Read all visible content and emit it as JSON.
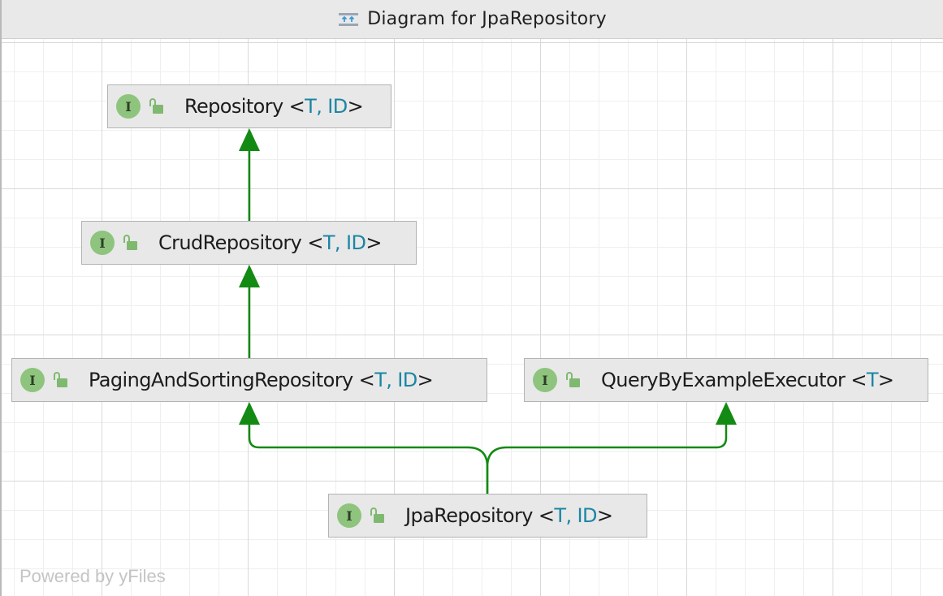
{
  "window": {
    "title": "Diagram for JpaRepository",
    "title_icon": "diagram-icon"
  },
  "nodes": [
    {
      "id": "repository",
      "kind_badge": "I",
      "visibility_icon": "public-lock-icon",
      "name": "Repository",
      "type_params_open": "<",
      "type_params": "T, ID",
      "type_params_close": ">"
    },
    {
      "id": "crud-repository",
      "kind_badge": "I",
      "visibility_icon": "public-lock-icon",
      "name": "CrudRepository",
      "type_params_open": "<",
      "type_params": "T, ID",
      "type_params_close": ">"
    },
    {
      "id": "paging-and-sorting-repository",
      "kind_badge": "I",
      "visibility_icon": "public-lock-icon",
      "name": "PagingAndSortingRepository",
      "type_params_open": "<",
      "type_params": "T, ID",
      "type_params_close": ">"
    },
    {
      "id": "query-by-example-executor",
      "kind_badge": "I",
      "visibility_icon": "public-lock-icon",
      "name": "QueryByExampleExecutor",
      "type_params_open": "<",
      "type_params": "T",
      "type_params_close": ">"
    },
    {
      "id": "jpa-repository",
      "kind_badge": "I",
      "visibility_icon": "public-lock-icon",
      "name": "JpaRepository",
      "type_params_open": "<",
      "type_params": "T, ID",
      "type_params_close": ">"
    }
  ],
  "edges": [
    {
      "from": "crud-repository",
      "to": "repository",
      "kind": "extends"
    },
    {
      "from": "paging-and-sorting-repository",
      "to": "crud-repository",
      "kind": "extends"
    },
    {
      "from": "jpa-repository",
      "to": "paging-and-sorting-repository",
      "kind": "extends"
    },
    {
      "from": "jpa-repository",
      "to": "query-by-example-executor",
      "kind": "extends"
    }
  ],
  "colors": {
    "edge": "#138a13",
    "interface_badge": "#8ec47d",
    "type_parameter": "#1a86a3",
    "node_background": "#e8e8e8"
  },
  "watermark": "Powered by yFiles"
}
